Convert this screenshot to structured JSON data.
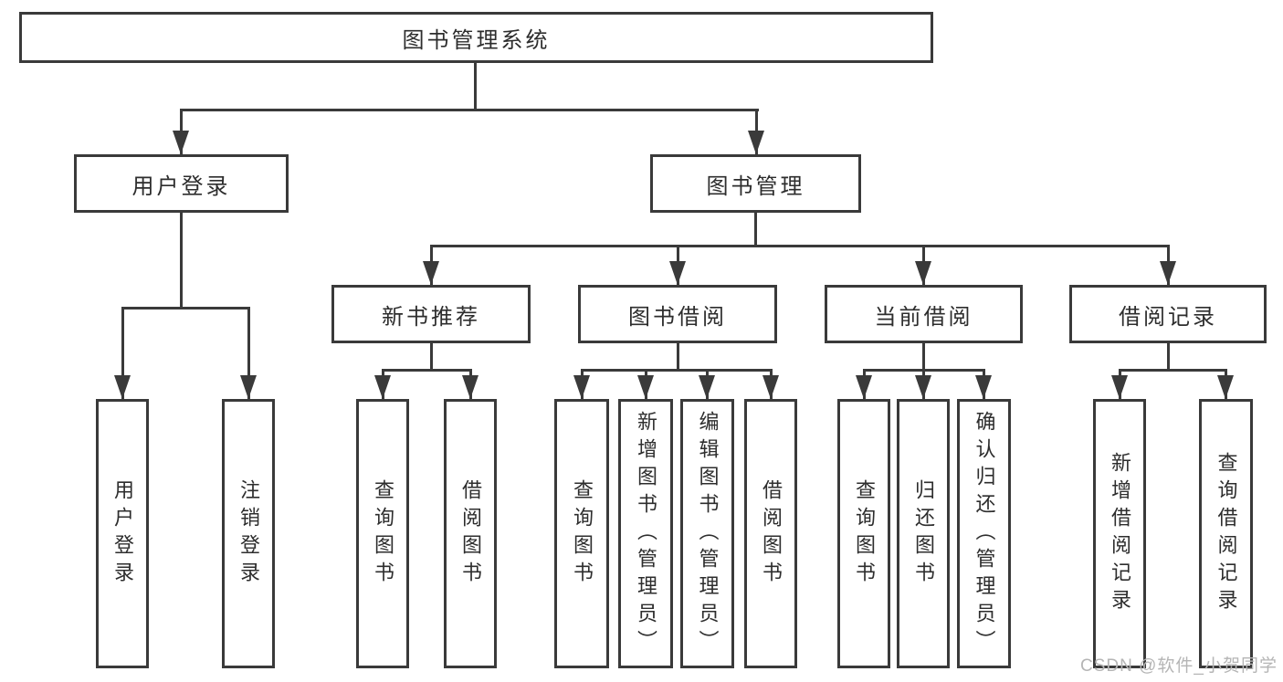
{
  "watermark": "CSDN @软件_小贺同学",
  "nodes": {
    "root": "图书管理系统",
    "user_login": "用户登录",
    "book_mgmt": "图书管理",
    "new_book_rec": "新书推荐",
    "book_borrow": "图书借阅",
    "current_borrow": "当前借阅",
    "borrow_records": "借阅记录",
    "login": "用户登录",
    "logout": "注销登录",
    "rec_query": "查询图书",
    "rec_borrow": "借阅图书",
    "bor_query": "查询图书",
    "bor_add": "新增图书（管理员）",
    "bor_edit": "编辑图书（管理员）",
    "bor_borrow": "借阅图书",
    "cur_query": "查询图书",
    "cur_return": "归还图书",
    "cur_confirm": "确认归还（管理员）",
    "hist_add": "新增借阅记录",
    "hist_query": "查询借阅记录"
  }
}
